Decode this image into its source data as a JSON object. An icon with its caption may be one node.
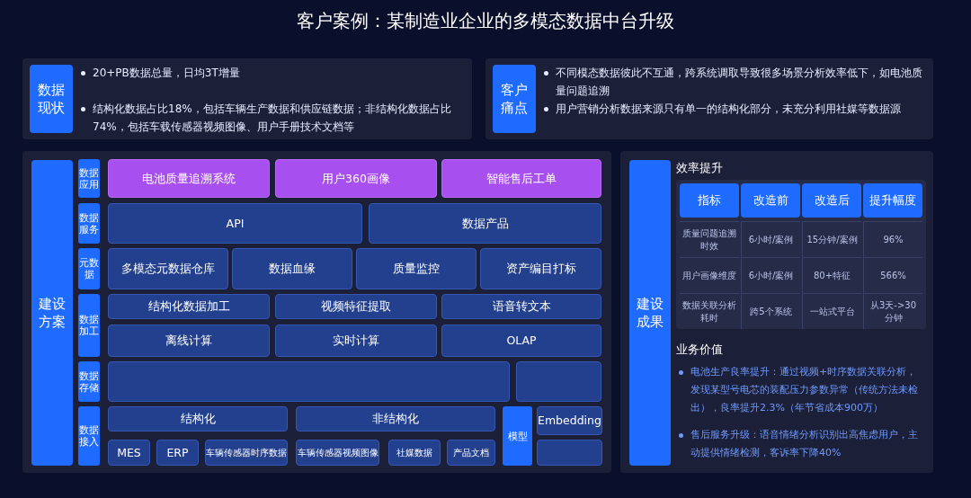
{
  "diagram": {
    "title": "客户案例：某制造业企业的多模态数据中台升级",
    "nodes": [
      {
        "text": [
          "数据现状",
          "20+PB数据总量，日均3T增量",
          "结构化数据占比18%，包括车辆生产数据和供应链数据；非结构化数据占比74%，包括车载传感器视频图像、用户手册技术文档等"
        ]
      },
      {
        "text": [
          "客户痛点",
          "不同模态数据彼此不互通，跨系统调取导致很多场景分析效率低下，如电池质量问题追溯",
          "用户营销分析数据来源只有单一的结构化部分，未充分利用社媒等数据源"
        ]
      },
      {
        "text": [
          "建设方案"
        ]
      },
      {
        "text": [
          "数据应用"
        ],
        "in": 2
      },
      {
        "text": [
          "电池质量追溯系统"
        ],
        "in": 2
      },
      {
        "text": [
          "用户360画像"
        ],
        "in": 2
      },
      {
        "text": [
          "智能售后工单"
        ],
        "in": 2
      },
      {
        "text": [
          "数据服务"
        ],
        "in": 2
      },
      {
        "text": [
          "API"
        ],
        "in": 2
      },
      {
        "text": [
          "数据产品"
        ],
        "in": 2
      },
      {
        "text": [
          "元数据"
        ],
        "in": 2
      },
      {
        "text": [
          "多模态元数据仓库"
        ],
        "in": 2
      },
      {
        "text": [
          "数据血缘"
        ],
        "in": 2
      },
      {
        "text": [
          "质量监控"
        ],
        "in": 2
      },
      {
        "text": [
          "资产编目打标"
        ],
        "in": 2
      },
      {
        "text": [
          "数据加工"
        ],
        "in": 2
      },
      {
        "text": [
          "结构化数据加工"
        ],
        "in": 2
      },
      {
        "text": [
          "视频特征提取"
        ],
        "in": 2
      },
      {
        "text": [
          "语音转文本"
        ],
        "in": 2
      },
      {
        "text": [
          "离线计算"
        ],
        "in": 2
      },
      {
        "text": [
          "实时计算"
        ],
        "in": 2
      },
      {
        "text": [
          "OLAP"
        ],
        "in": 2
      },
      {
        "text": [
          "数据存储"
        ],
        "in": 2
      },
      {
        "text": [],
        "shape": "box",
        "in": 2
      },
      {
        "text": [],
        "shape": "box",
        "in": 2
      },
      {
        "text": [
          "数据接入"
        ],
        "in": 2
      },
      {
        "text": [
          "结构化"
        ],
        "in": 2
      },
      {
        "text": [
          "非结构化"
        ],
        "in": 2
      },
      {
        "text": [
          "MES"
        ],
        "in": 2
      },
      {
        "text": [
          "ERP"
        ],
        "in": 2
      },
      {
        "text": [
          "车辆传感器时序数据"
        ],
        "in": 2
      },
      {
        "text": [
          "车辆传感器视频图像"
        ],
        "in": 2
      },
      {
        "text": [
          "社媒数据"
        ],
        "in": 2
      },
      {
        "text": [
          "产品文档"
        ],
        "in": 2
      },
      {
        "text": [
          "模型"
        ],
        "in": 2
      },
      {
        "text": [
          "Embedding"
        ],
        "in": 2
      },
      {
        "text": [],
        "shape": "box",
        "in": 2
      },
      {
        "text": [
          "建设成果",
          "效率提升",
          "业务价值",
          "电池生产良率提升：通过视频+时序数据关联分析，发现某型号电芯的装配压力参数异常（传统方法未检出），良率提升2.3%（年节省成本900万）",
          "售后服务升级：语音情绪分析识别出高焦虑用户，主动提供情绪检测，客诉率下降40%"
        ]
      }
    ],
    "edges": [],
    "labels": [
      "指标",
      "改造前",
      "改造后",
      "提升幅度",
      "质量问题追溯时效",
      "6小时/案例",
      "15分钟/案例",
      "96%",
      "用户画像维度",
      "6小时/案例",
      "80+特征",
      "566%",
      "数据关联分析耗时",
      "跨5个系统",
      "一站式平台",
      "从3天->30分钟"
    ]
  }
}
